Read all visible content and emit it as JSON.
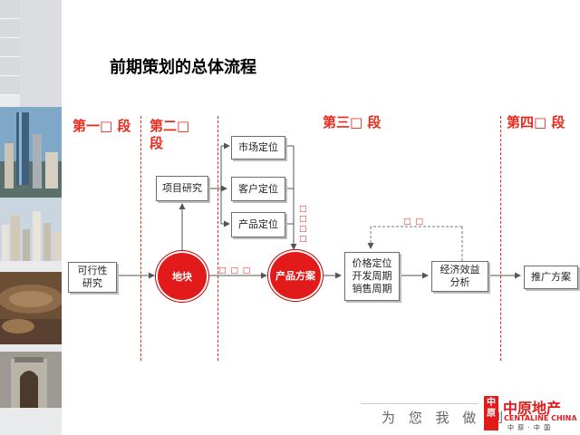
{
  "title": "前期策划的总体流程",
  "stages": [
    "第一□ 段",
    "第二□ 段",
    "第三□ 段",
    "第四□ 段"
  ],
  "nodes": {
    "feasibility": "可行性\n研究",
    "land": "地块",
    "project_research": "项目研究",
    "market_position": "市场定位",
    "customer_position": "客户定位",
    "product_position": "产品定位",
    "product_plan": "产品方案",
    "pricing": "价格定位\n开发周期\n销售周期",
    "economic": "经济效益\n分析",
    "promotion": "推广方案"
  },
  "marks": {
    "land_to_product": "□ □ □",
    "feedback": "□ □",
    "vertical": "□\n□\n□\n□"
  },
  "footer": {
    "slogan": "为 您 我 做 到",
    "logo_glyph": "中\n原",
    "company_name": "中原地产",
    "company_en": "CENTALINE CHINA",
    "company_sub": "中 原 · 中 国"
  },
  "colors": {
    "accent": "#e21a1a",
    "stage_text": "#e8291c"
  }
}
